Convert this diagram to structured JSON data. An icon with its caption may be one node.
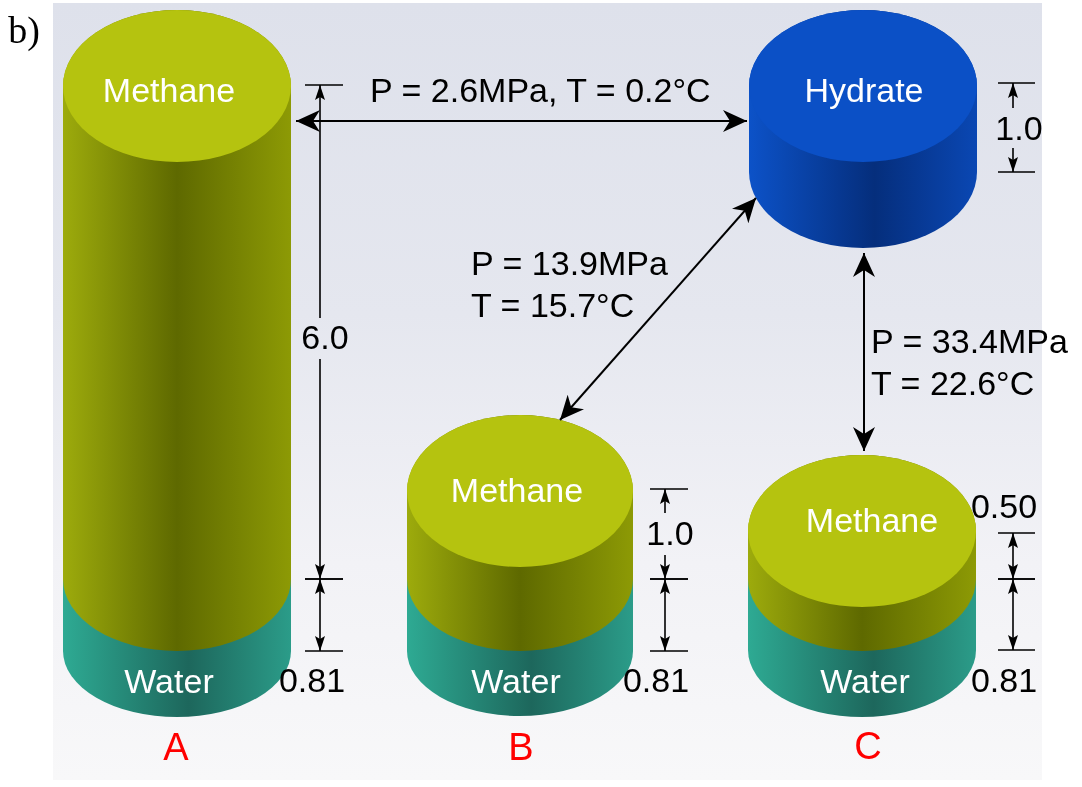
{
  "diagram": {
    "nodes": [
      {
        "text": [
          "Methane"
        ]
      },
      {
        "text": [
          "Hydrate"
        ]
      },
      {
        "text": [
          "Methane"
        ]
      },
      {
        "text": [
          "Methane"
        ]
      },
      {
        "text": [
          "Water"
        ]
      },
      {
        "text": [
          "Water"
        ]
      },
      {
        "text": [
          "Water"
        ]
      }
    ],
    "edges": [
      {
        "from": 0,
        "to": 1,
        "arrow": "both",
        "label": "P = 2.6MPa, T = 0.2°C"
      },
      {
        "from": 2,
        "to": 1,
        "arrow": "both",
        "label": "P = 13.9MPa T = 15.7°C"
      },
      {
        "from": 1,
        "to": 3,
        "arrow": "both",
        "label": "P = 33.4MPa T = 22.6°C"
      }
    ],
    "labels": [
      "b)",
      "1.0",
      "6.0",
      "0.50",
      "1.0",
      "0.81",
      "0.81",
      "0.81",
      "A",
      "B",
      "C"
    ]
  }
}
